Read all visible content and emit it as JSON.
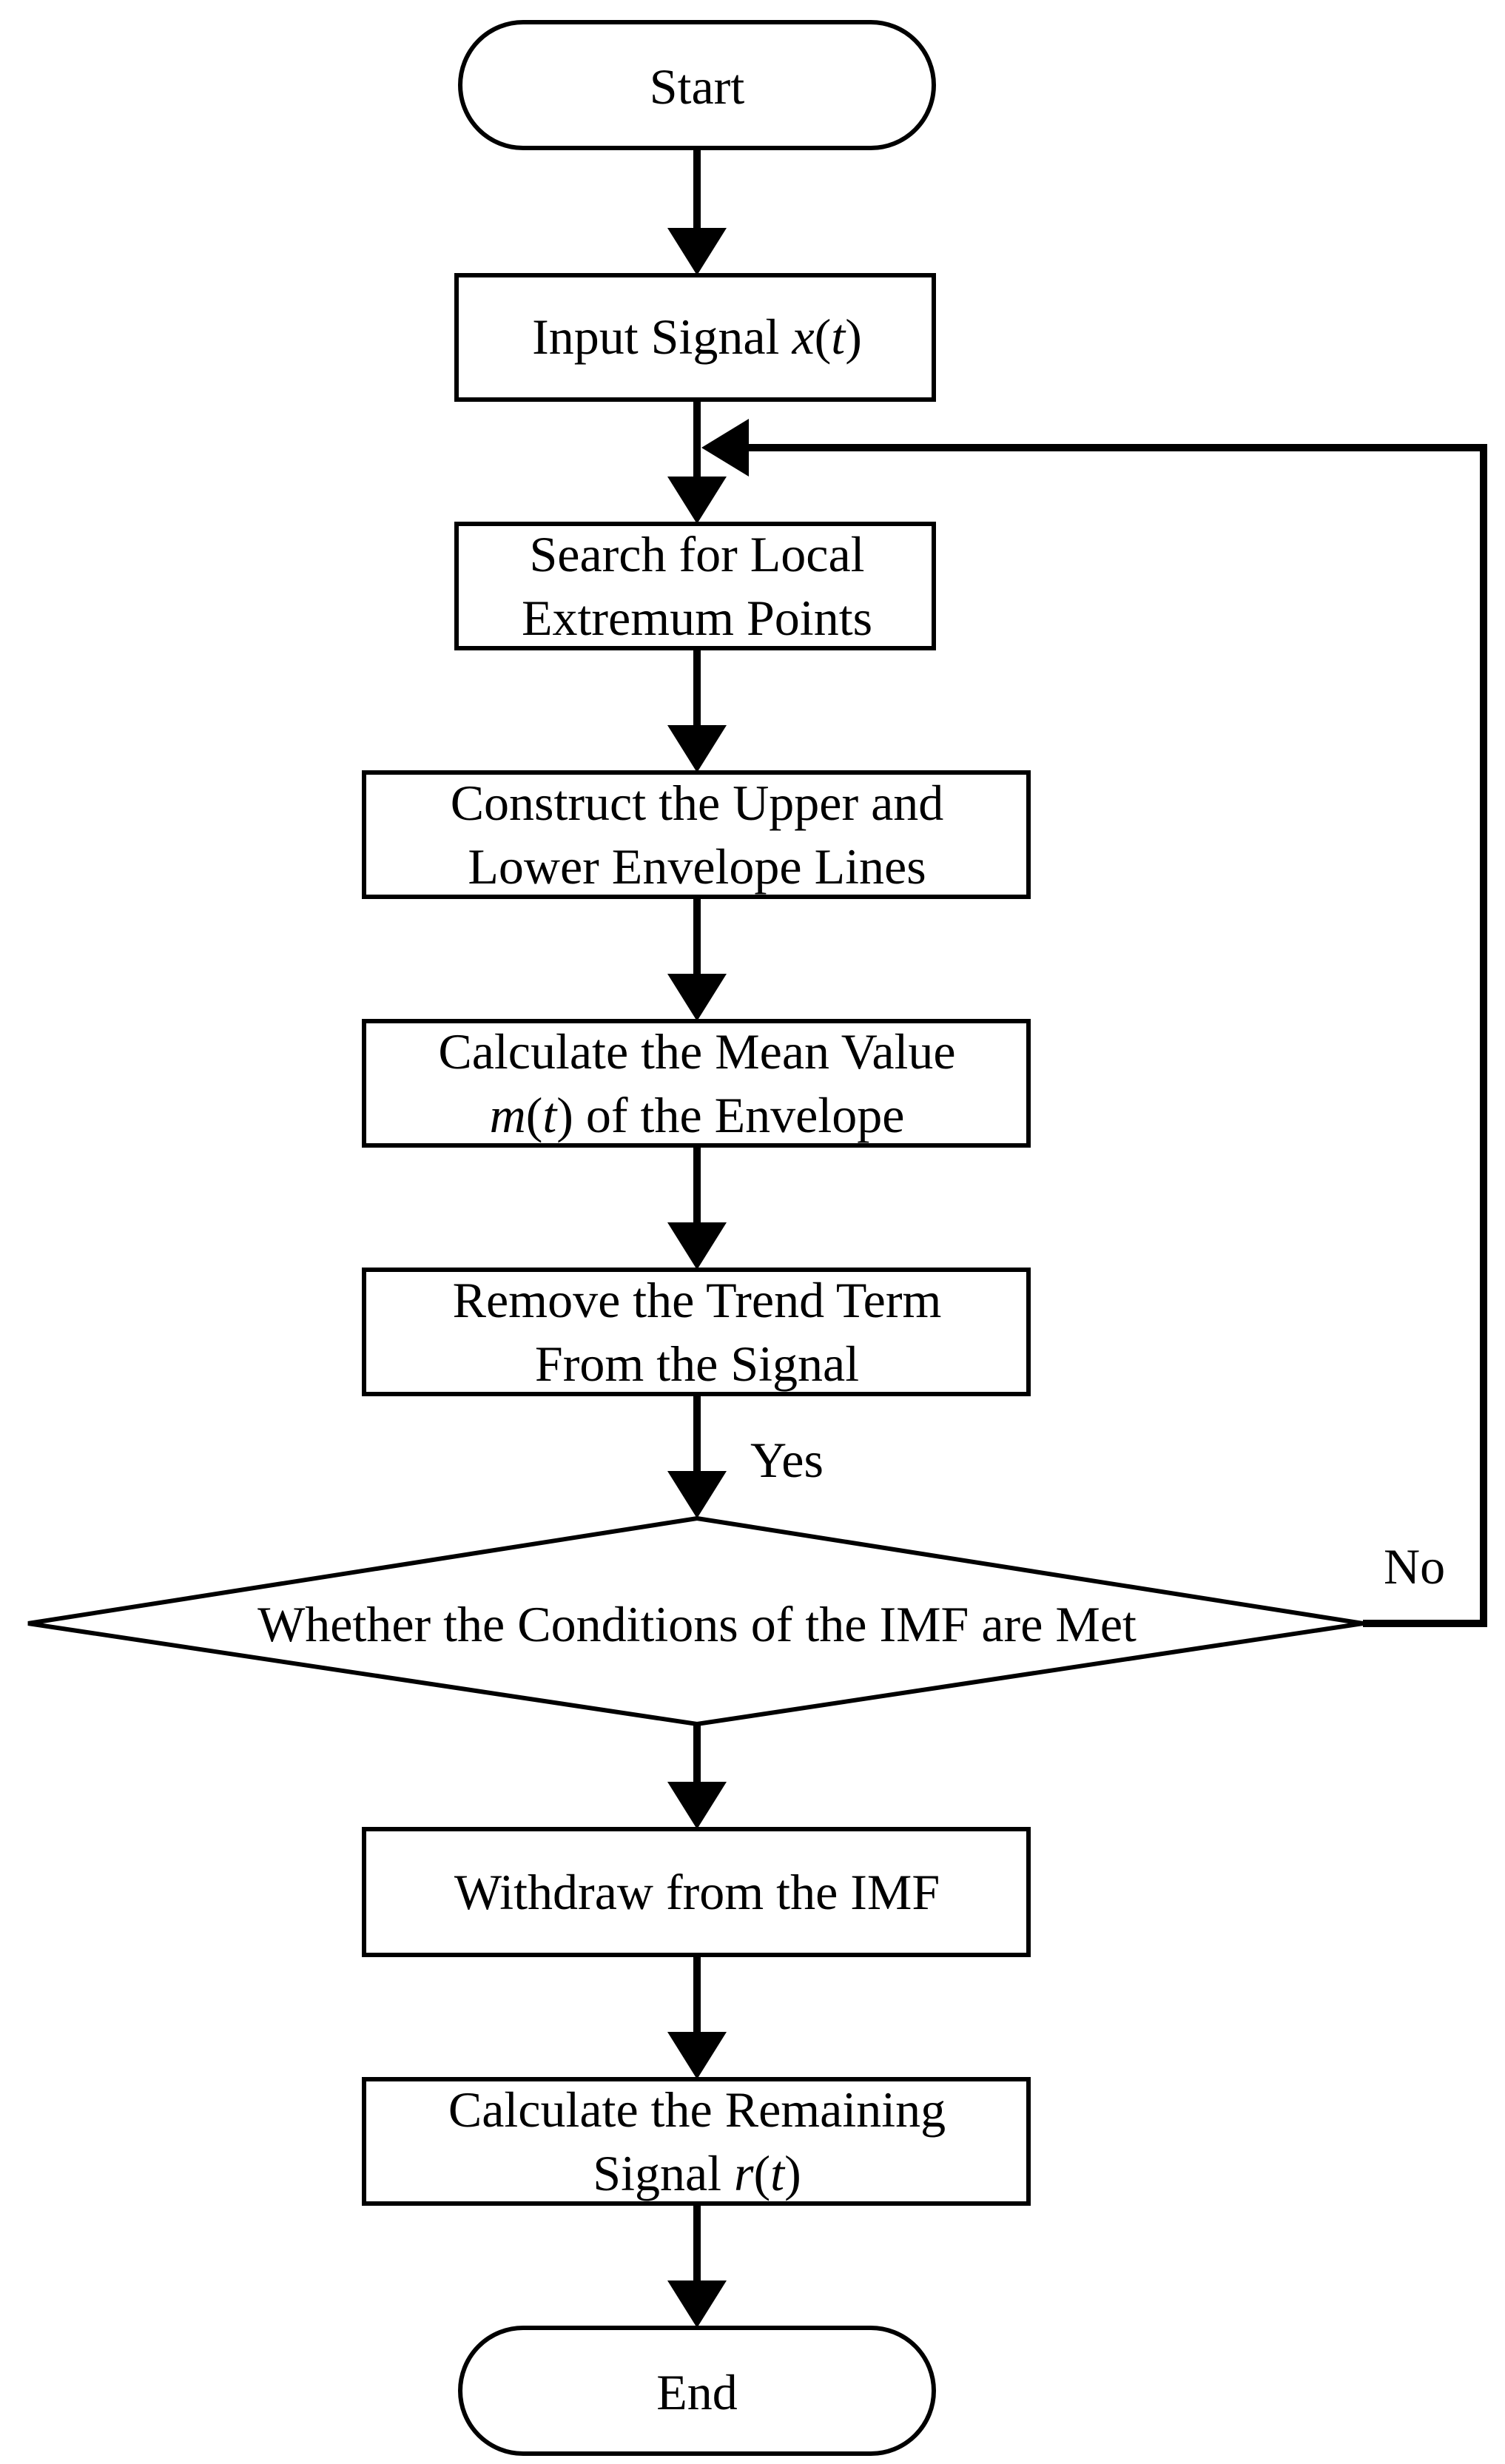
{
  "nodes": {
    "start": "Start",
    "input": {
      "pre": "Input Signal ",
      "var": "x",
      "open": "(",
      "arg": "t",
      "close": ")"
    },
    "search": {
      "line1": "Search for Local",
      "line2": "Extremum Points"
    },
    "construct": {
      "line1": "Construct the Upper and",
      "line2": "Lower Envelope Lines"
    },
    "mean": {
      "line1": "Calculate the Mean Value",
      "var": "m",
      "open": "(",
      "arg": "t",
      "close": ")",
      "post": " of the Envelope"
    },
    "remove": {
      "line1": "Remove the Trend Term",
      "line2": "From the Signal"
    },
    "decision": "Whether the Conditions of the IMF are Met",
    "withdraw": "Withdraw from the IMF",
    "remaining": {
      "line1": "Calculate the Remaining",
      "pre": "Signal ",
      "var": "r",
      "open": "(",
      "arg": "t",
      "close": ")"
    },
    "end": "End"
  },
  "edges": {
    "yes_label": "Yes",
    "no_label": "No"
  },
  "colors": {
    "stroke": "#000000",
    "fill": "#ffffff",
    "text": "#000000"
  }
}
